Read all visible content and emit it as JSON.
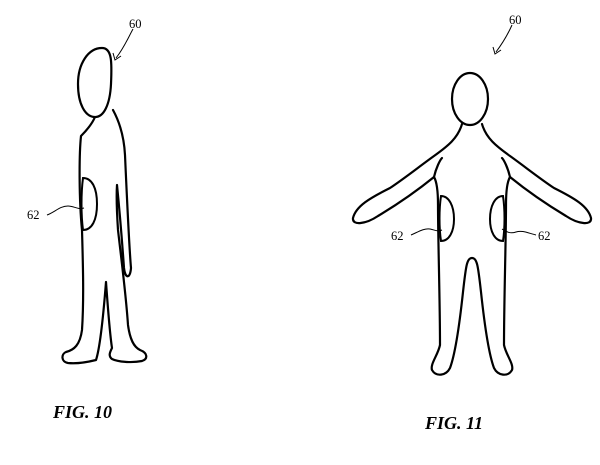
{
  "figures": [
    {
      "label": "FIG. 10",
      "ref_body": "60",
      "ref_pad": "62"
    },
    {
      "label": "FIG. 11",
      "ref_body": "60",
      "ref_pad_left": "62",
      "ref_pad_right": "62"
    }
  ]
}
